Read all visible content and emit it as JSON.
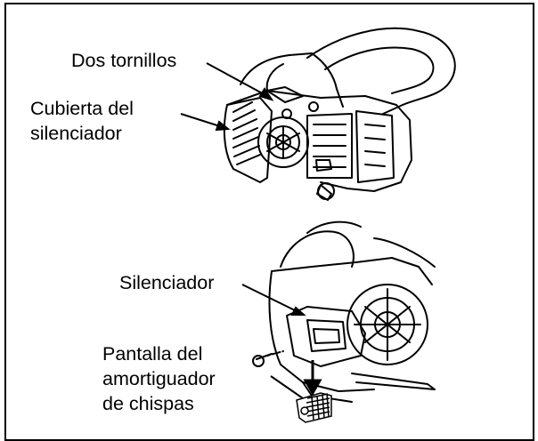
{
  "labels": {
    "screws": "Dos tornillos",
    "cover_line1": "Cubierta del",
    "cover_line2": "silenciador",
    "muffler": "Silenciador",
    "screen_line1": "Pantalla del",
    "screen_line2": "amortiguador",
    "screen_line3": "de chispas"
  }
}
